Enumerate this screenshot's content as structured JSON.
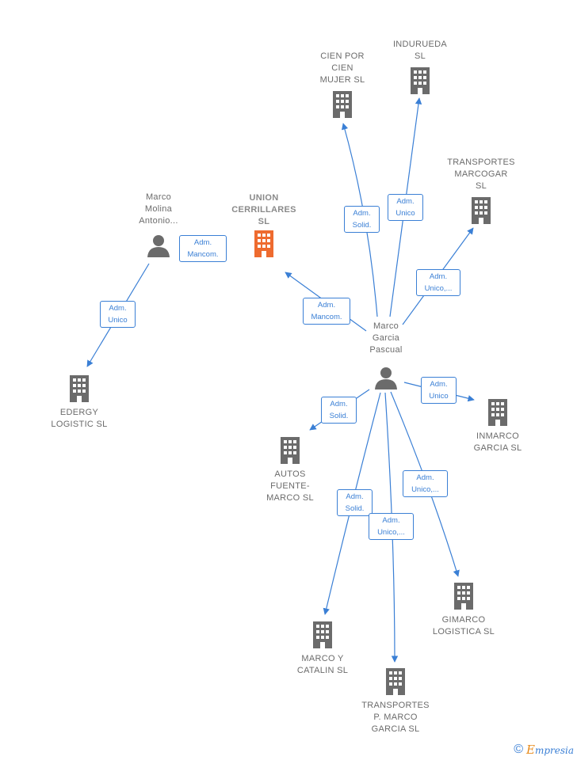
{
  "colors": {
    "accent": "#3a7fd5",
    "node_gray": "#6b6b6b",
    "focus_orange": "#ee6b2f"
  },
  "nodes": {
    "union": {
      "name": "UNION\nCERRILLARES\nSL",
      "type": "company",
      "focus": true
    },
    "marco_molina": {
      "name": "Marco\nMolina\nAntonio...",
      "type": "person"
    },
    "marco_garcia": {
      "name": "Marco\nGarcia\nPascual",
      "type": "person"
    },
    "edergy": {
      "name": "EDERGY\nLOGISTIC  SL",
      "type": "company"
    },
    "cien_por_cien": {
      "name": "CIEN POR\nCIEN\nMUJER  SL",
      "type": "company"
    },
    "indurueda": {
      "name": "INDURUEDA\nSL",
      "type": "company"
    },
    "transportes_marcogar": {
      "name": "TRANSPORTES\nMARCOGAR\nSL",
      "type": "company"
    },
    "inmarco": {
      "name": "INMARCO\nGARCIA SL",
      "type": "company"
    },
    "autos_fuente": {
      "name": "AUTOS\nFUENTE-\nMARCO SL",
      "type": "company"
    },
    "gimarco": {
      "name": "GIMARCO\nLOGISTICA  SL",
      "type": "company"
    },
    "marco_y_catalin": {
      "name": "MARCO Y\nCATALIN SL",
      "type": "company"
    },
    "transportes_p": {
      "name": "TRANSPORTES\nP.  MARCO\nGARCIA SL",
      "type": "company"
    }
  },
  "edges": {
    "molina_union": "Adm.\nMancom.",
    "molina_edergy": "Adm.\nUnico",
    "garcia_union": "Adm.\nMancom.",
    "garcia_cien": "Adm.\nSolid.",
    "garcia_indurueda": "Adm.\nUnico",
    "garcia_marcogar": "Adm.\nUnico,...",
    "garcia_inmarco": "Adm.\nUnico",
    "garcia_autos": "Adm.\nSolid.",
    "garcia_gimarco": "Adm.\nUnico,...",
    "garcia_catalin": "Adm.\nSolid.",
    "garcia_transp_p": "Adm.\nUnico,..."
  },
  "footer": {
    "copyright": "©",
    "brand_initial": "E",
    "brand_rest": "mpresia"
  }
}
